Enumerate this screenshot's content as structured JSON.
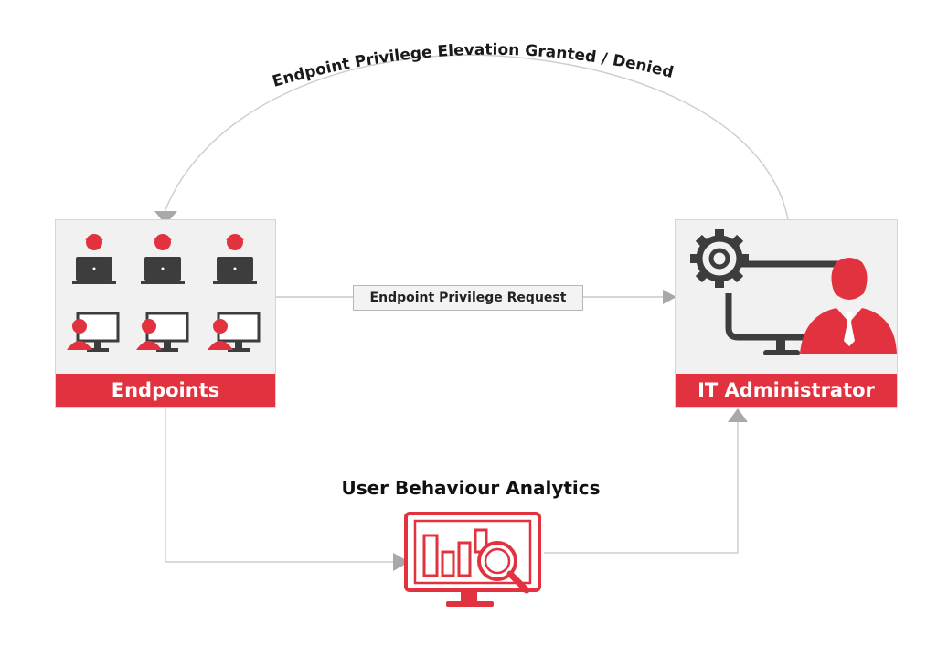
{
  "arcs": {
    "top_label": "Endpoint Privilege Elevation Granted / Denied"
  },
  "flow": {
    "request_label": "Endpoint Privilege Request"
  },
  "nodes": {
    "endpoints": {
      "label": "Endpoints"
    },
    "it_admin": {
      "label": "IT Administrator"
    },
    "uba": {
      "title": "User Behaviour Analytics"
    }
  },
  "colors": {
    "accent": "#e3323f",
    "icon_dark": "#3d3d3d",
    "connector": "#c9c9c9",
    "arrowhead": "#a8a8a8",
    "panel": "#f1f1f1"
  },
  "icons": [
    "user-laptop-icon",
    "user-monitor-icon",
    "gear-icon",
    "admin-user-icon",
    "analytics-monitor-icon",
    "magnifier-icon"
  ]
}
